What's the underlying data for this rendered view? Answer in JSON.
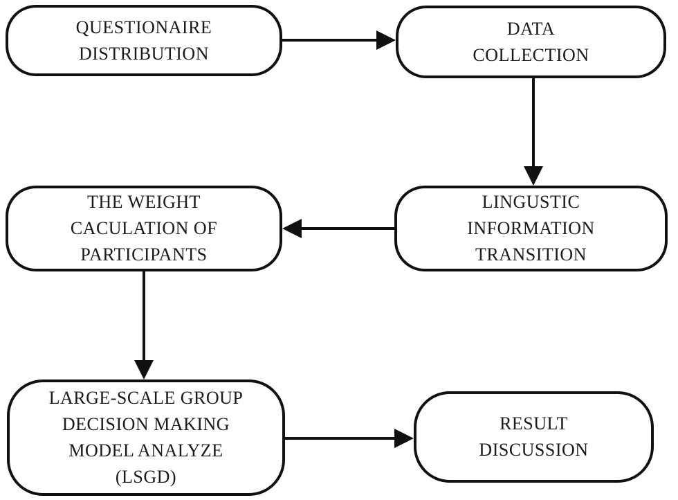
{
  "diagram": {
    "type": "flowchart",
    "colors": {
      "stroke": "#111111",
      "text": "#1a1a1a",
      "background": "#ffffff"
    },
    "nodes": [
      {
        "id": "questionnaire-distribution",
        "label": "QUESTIONAIRE\nDISTRIBUTION"
      },
      {
        "id": "data-collection",
        "label": "DATA\nCOLLECTION"
      },
      {
        "id": "linguistic-information-transition",
        "label": "LINGUSTIC\nINFORMATION\nTRANSITION"
      },
      {
        "id": "weight-calculation-of-participants",
        "label": "THE WEIGHT\nCACULATION OF\nPARTICIPANTS"
      },
      {
        "id": "lsgd-model-analyze",
        "label": "LARGE-SCALE GROUP\nDECISION MAKING\nMODEL ANALYZE\n(LSGD)"
      },
      {
        "id": "result-discussion",
        "label": "RESULT\nDISCUSSION"
      }
    ],
    "edges": [
      {
        "from": "questionnaire-distribution",
        "to": "data-collection",
        "direction": "right"
      },
      {
        "from": "data-collection",
        "to": "linguistic-information-transition",
        "direction": "down"
      },
      {
        "from": "linguistic-information-transition",
        "to": "weight-calculation-of-participants",
        "direction": "left"
      },
      {
        "from": "weight-calculation-of-participants",
        "to": "lsgd-model-analyze",
        "direction": "down"
      },
      {
        "from": "lsgd-model-analyze",
        "to": "result-discussion",
        "direction": "right"
      }
    ]
  }
}
